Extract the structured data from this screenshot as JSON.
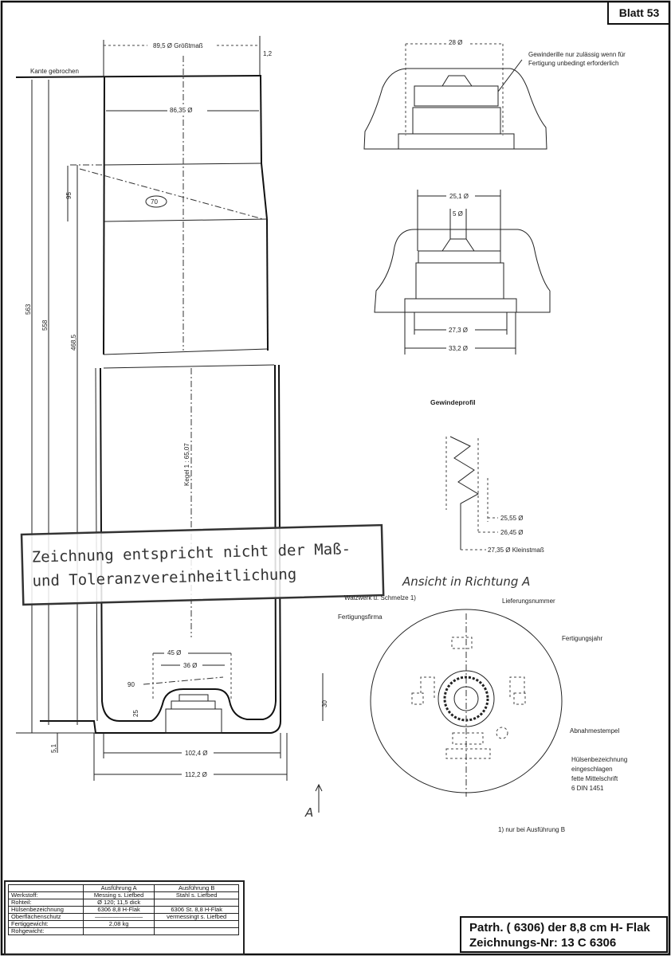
{
  "sheet": {
    "label": "Blatt 53"
  },
  "title_block": {
    "line1": "Patrh. ( 6306) der 8,8 cm H- Flak",
    "line2": "Zeichnungs-Nr: 13 C 6306"
  },
  "main_view": {
    "dim_top": "89,5 Ø Größtmaß",
    "dim_wall": "1,2",
    "edge_note": "Kante gebrochen",
    "dim_inner_top": "86,35 Ø",
    "dim_95": "95",
    "angle_70": "70",
    "dim_563": "563",
    "dim_558": "558",
    "dim_468": "468,5",
    "taper": "Kegel 1 : 65,07",
    "dim_45": "45 Ø",
    "dim_36": "36 Ø",
    "dim_90": "90",
    "dim_25": "25",
    "dim_30": "30",
    "dim_51": "5,1",
    "dim_1024": "102,4 Ø",
    "dim_1122": "112,2 Ø",
    "view_marker": "A"
  },
  "stamp": {
    "line1": "Zeichnung entspricht nicht der Maß-",
    "line2": "und Toleranzvereinheitlichung"
  },
  "primer_detail_1": {
    "dim": "28 Ø",
    "note_line1": "Gewinderille nur zulässig wenn für",
    "note_line2": "Fertigung unbedingt erforderlich"
  },
  "primer_detail_2": {
    "dim_251": "25,1 Ø",
    "dim_5": "5 Ø",
    "dim_273": "27,3 Ø",
    "dim_332": "33,2 Ø"
  },
  "thread_profile": {
    "title": "Gewindeprofil",
    "dim_1": "25,55 Ø",
    "dim_2": "26,45 Ø",
    "dim_3": "27,35 Ø Kleinstmaß"
  },
  "base_view": {
    "title": "Ansicht in Richtung A",
    "labels": {
      "walzwerk": "Walzwerk u. Schmelze 1)",
      "lieferung": "Lieferungsnummer",
      "firma": "Fertigungsfirma",
      "jahr": "Fertigungsjahr",
      "abnahme": "Abnahmestempel",
      "huelse1": "Hülsenbezeichnung",
      "huelse2": "eingeschlagen",
      "huelse3": "fette Mittelschrift",
      "huelse4": "6 DIN 1451"
    },
    "footnote": "1) nur bei Ausführung B"
  },
  "material_table": {
    "headers": [
      "",
      "Ausführung A",
      "Ausführung B"
    ],
    "rows": [
      [
        "Werkstoff:",
        "Messing s. Liefbed",
        "Stahl s. Liefbed"
      ],
      [
        "Rohteil:",
        "Ø 120; 11,5 dick",
        ""
      ],
      [
        "Hülsenbezeichnung",
        "6306 8,8 H-Flak",
        "6306 St. 8,8 H-Flak"
      ],
      [
        "Oberflächenschutz",
        "————————",
        "vermessingt s. Liefbed"
      ],
      [
        "Fertiggewicht:",
        "2,08 kg",
        ""
      ],
      [
        "Rohgewicht:",
        "",
        ""
      ]
    ]
  }
}
